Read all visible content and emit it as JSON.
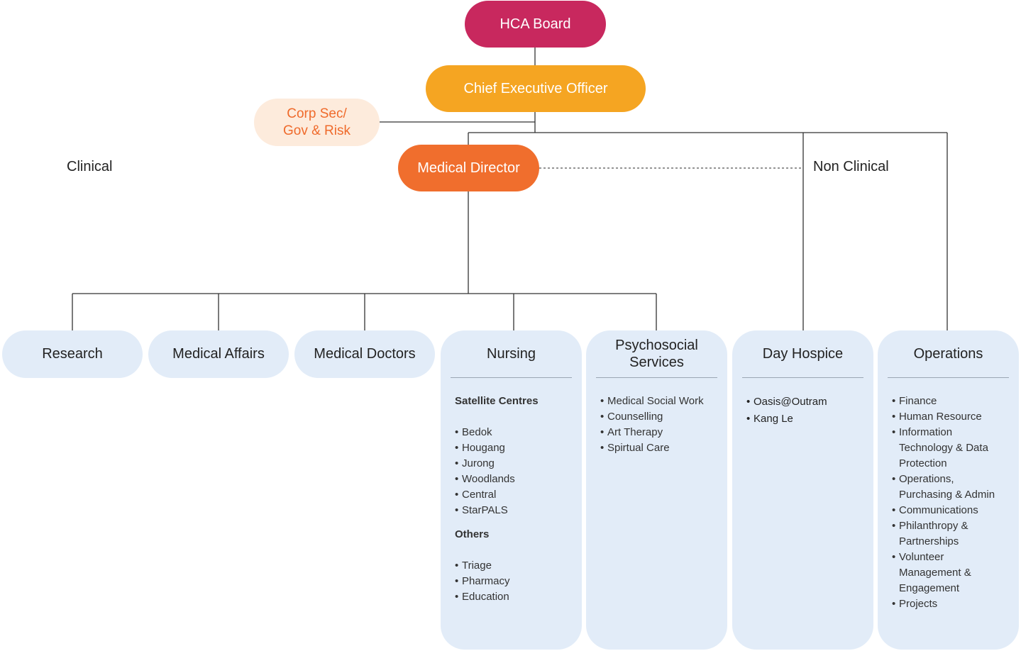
{
  "board": "HCA Board",
  "ceo": "Chief Executive Officer",
  "corp_sec": "Corp Sec/\nGov & Risk",
  "medical_director": "Medical Director",
  "labels": {
    "clinical": "Clinical",
    "non_clinical": "Non Clinical"
  },
  "departments": [
    "Research",
    "Medical Affairs",
    "Medical Doctors"
  ],
  "nursing": {
    "title": "Nursing",
    "satellite_heading": "Satellite Centres",
    "satellite_items": [
      "Bedok",
      "Hougang",
      "Jurong",
      "Woodlands",
      "Central",
      "StarPALS"
    ],
    "others_heading": "Others",
    "others_items": [
      "Triage",
      "Pharmacy",
      "Education"
    ]
  },
  "psychosocial": {
    "title": "Psychosocial\nServices",
    "items": [
      "Medical Social Work",
      "Counselling",
      "Art Therapy",
      "Spirtual Care"
    ]
  },
  "day_hospice": {
    "title": "Day Hospice",
    "items": [
      "Oasis@Outram",
      "Kang Le"
    ]
  },
  "operations": {
    "title": "Operations",
    "items": [
      "Finance",
      "Human Resource",
      "Information Technology & Data Protection",
      "Operations, Purchasing & Admin",
      "Communications",
      "Philanthropy & Partnerships",
      "Volunteer Management & Engagement",
      "Projects"
    ]
  },
  "colors": {
    "board": "#c8285e",
    "ceo": "#f5a522",
    "medical_director": "#f06e2d",
    "corp_sec_text": "#ef6a2b",
    "dept_fill": "#e2ecf8"
  }
}
